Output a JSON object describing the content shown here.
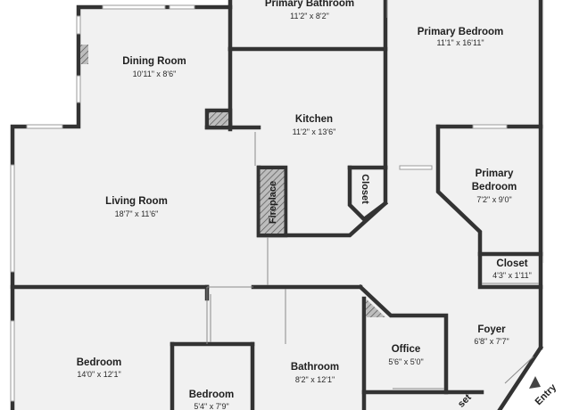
{
  "rooms": [
    {
      "id": "primary-bathroom",
      "name": "Primary Bathroom",
      "dim": "11'2\" x 8'2\""
    },
    {
      "id": "primary-bedroom",
      "name": "Primary Bedroom",
      "dim": "11'1\" x 16'11\""
    },
    {
      "id": "dining-room",
      "name": "Dining Room",
      "dim": "10'11\" x 8'6\""
    },
    {
      "id": "kitchen",
      "name": "Kitchen",
      "dim": "11'2\" x 13'6\""
    },
    {
      "id": "living-room",
      "name": "Living Room",
      "dim": "18'7\" x 11'6\""
    },
    {
      "id": "primary-bedroom-2",
      "name_line1": "Primary",
      "name_line2": "Bedroom",
      "dim": "7'2\" x 9'0\""
    },
    {
      "id": "closet-east",
      "name": "Closet",
      "dim": "4'3\" x 1'11\""
    },
    {
      "id": "foyer",
      "name": "Foyer",
      "dim": "6'8\" x 7'7\""
    },
    {
      "id": "office",
      "name": "Office",
      "dim": "5'6\" x 5'0\""
    },
    {
      "id": "bedroom",
      "name": "Bedroom",
      "dim": "14'0\" x 12'1\""
    },
    {
      "id": "bathroom",
      "name": "Bathroom",
      "dim": "8'2\" x 12'1\""
    },
    {
      "id": "bedroom-small",
      "name": "Bedroom",
      "dim": "5'4\" x 7'9\""
    }
  ],
  "labels": {
    "closet_kitchen": "Closet",
    "fireplace": "Fireplace",
    "closet_partial": "set",
    "entry": "Entry"
  },
  "colors": {
    "floor": "#f1f1f1",
    "wall": "#333333",
    "hatch_fill": "#b9b9b9"
  }
}
